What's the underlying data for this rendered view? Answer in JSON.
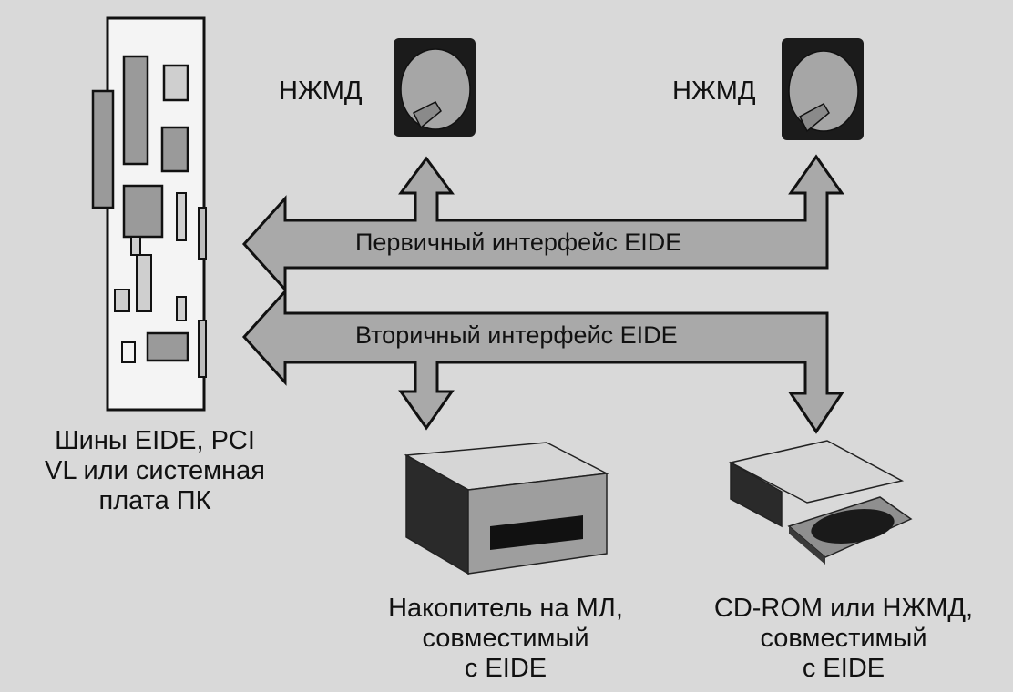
{
  "labels": {
    "hdd_top_left": "НЖМД",
    "hdd_top_right": "НЖМД",
    "primary_bus": "Первичный интерфейс EIDE",
    "secondary_bus": "Вторичный интерфейс EIDE",
    "board": [
      "Шины EIDE, PCI",
      "VL или системная",
      "плата ПК"
    ],
    "tape_drive": [
      "Накопитель на МЛ,",
      "совместимый",
      "с EIDE"
    ],
    "cdrom_drive": [
      "CD-ROM или НЖМД,",
      "совместимый",
      "с EIDE"
    ]
  },
  "colors": {
    "paper": "#d9d9d9",
    "ink": "#111111",
    "arrow_fill": "#a9a9a9",
    "chip_fill": "#9a9a9a",
    "board_fill": "#f2f2f2"
  }
}
